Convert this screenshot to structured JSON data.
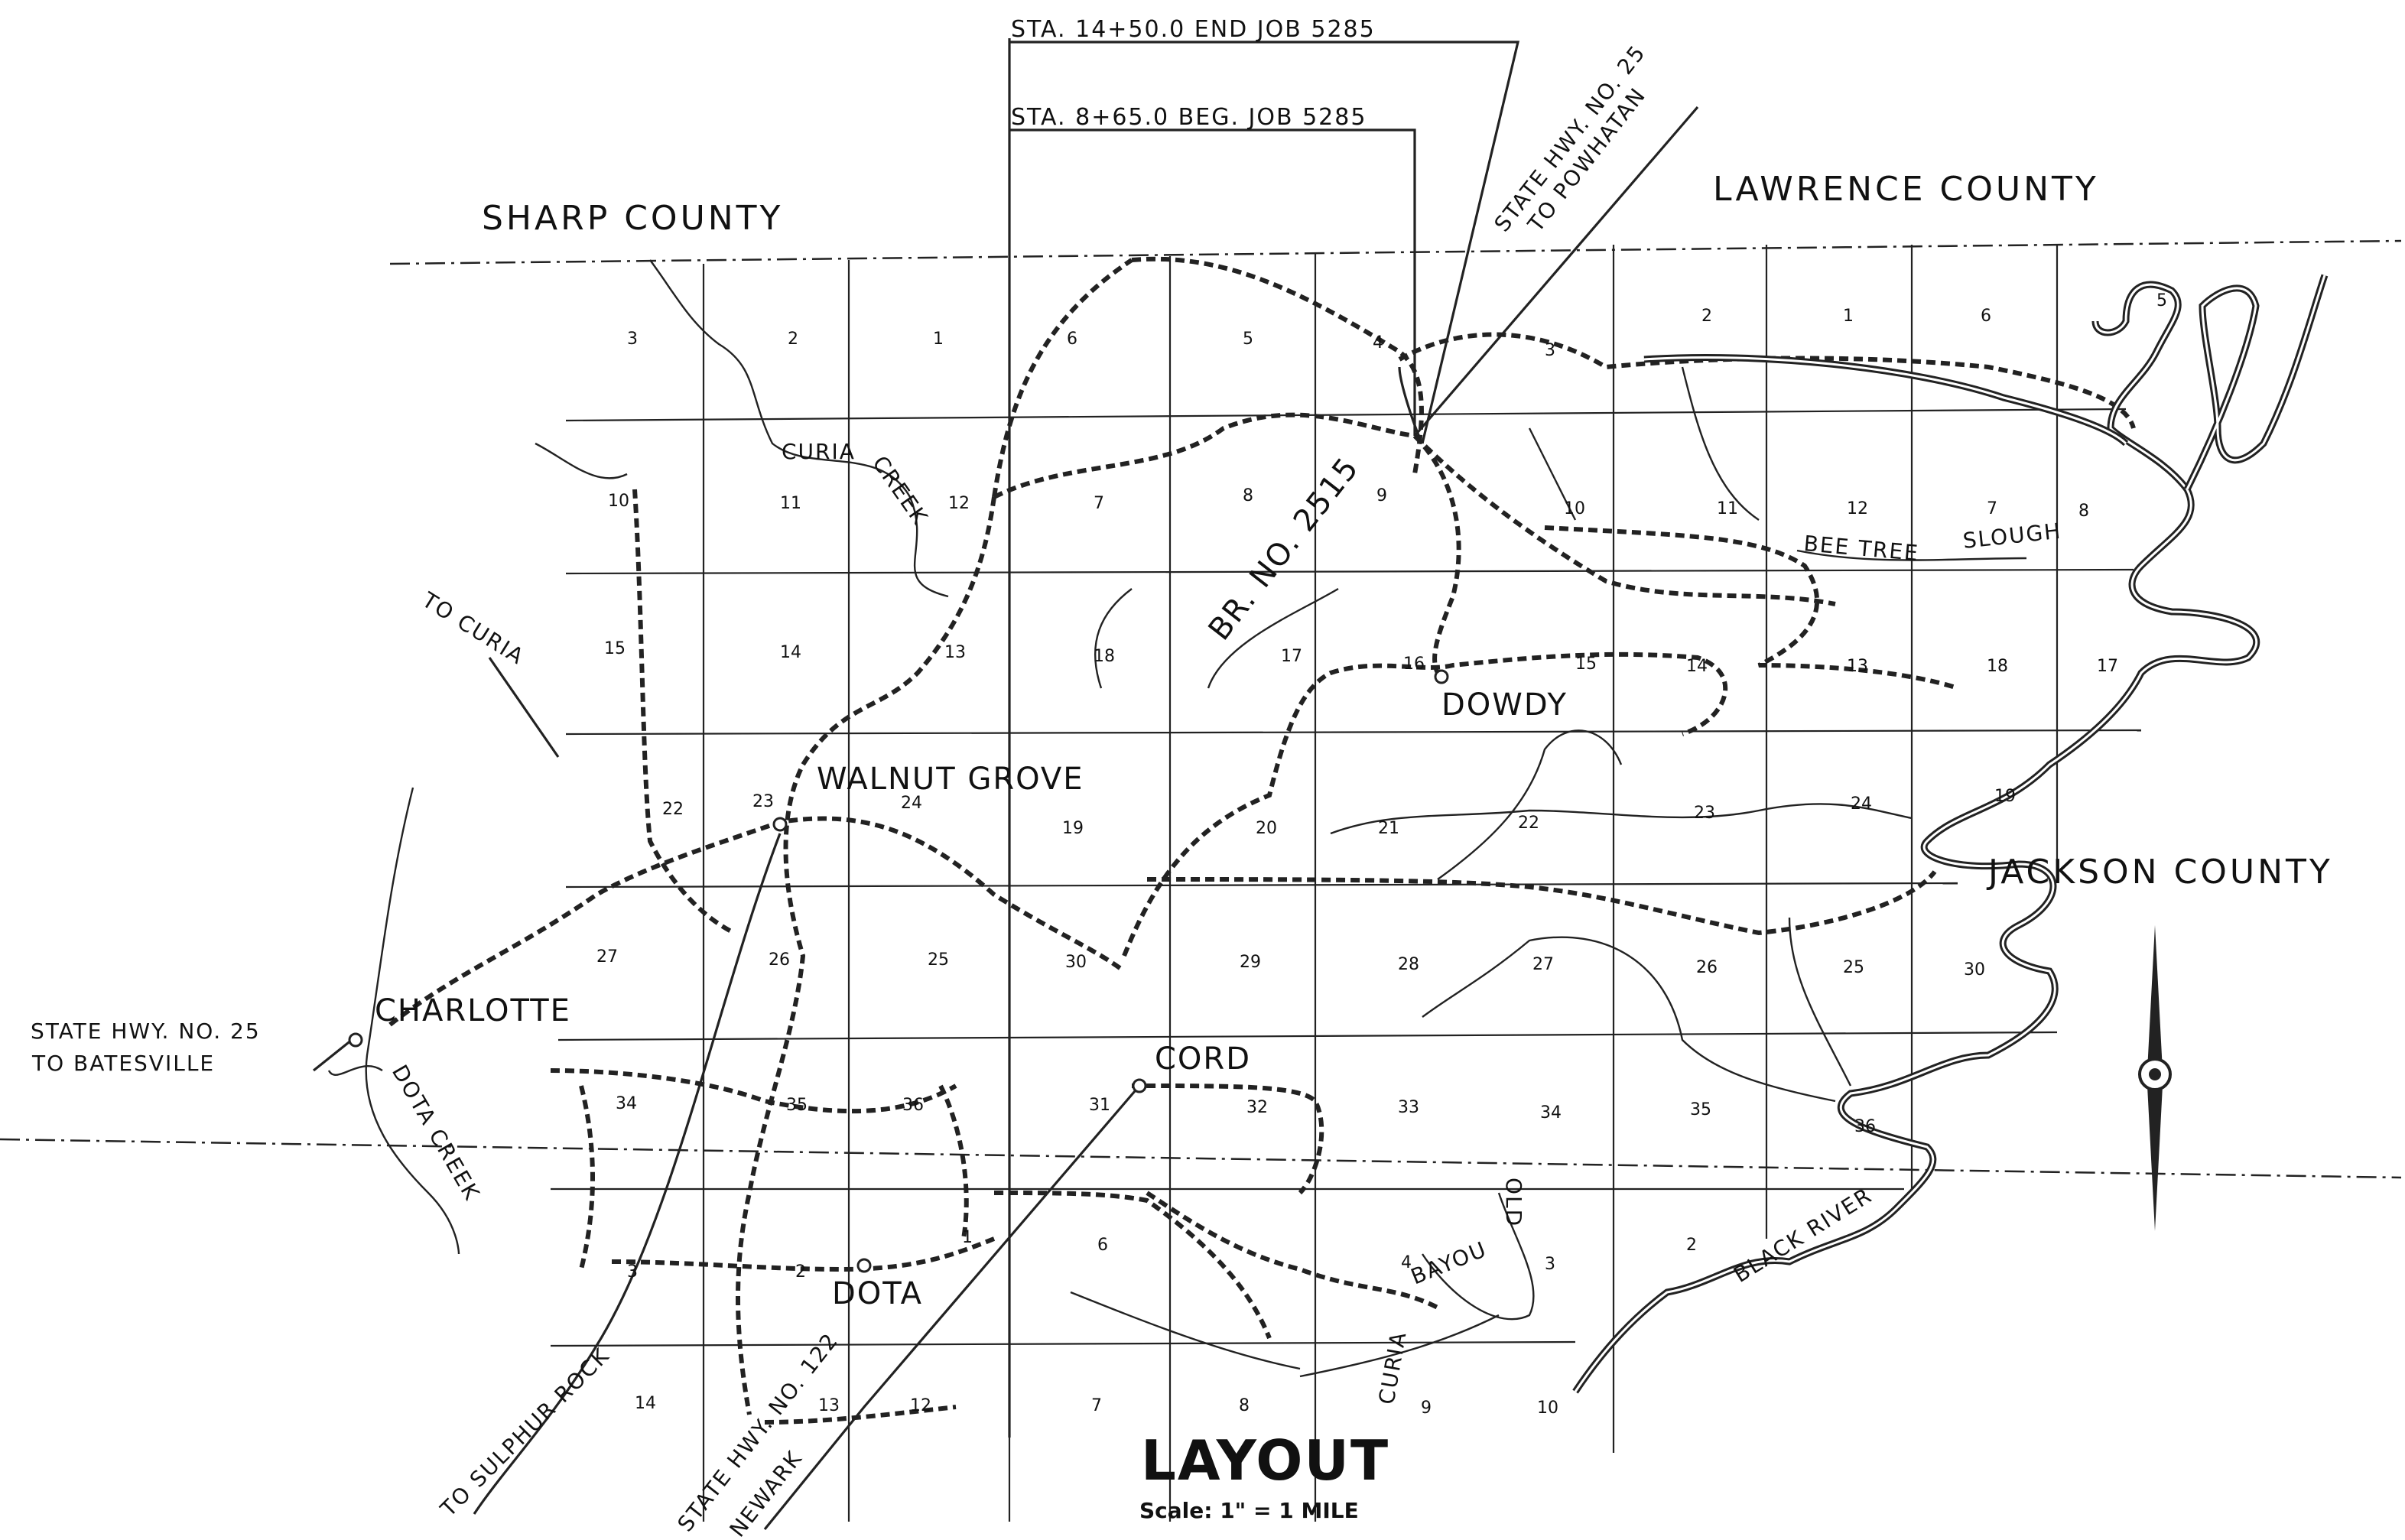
{
  "counties": {
    "sharp": "SHARP  COUNTY",
    "lawrence": "LAWRENCE  COUNTY",
    "jackson": "JACKSON  COUNTY"
  },
  "towns": {
    "walnut_grove": "WALNUT GROVE",
    "dowdy": "DOWDY",
    "charlotte": "CHARLOTTE",
    "cord": "CORD",
    "dota": "DOTA"
  },
  "features": {
    "bridge": "BR. NO. 2515",
    "curia_creek_1": "CURIA",
    "curia_creek_2": "CREEK",
    "bee_tree_1": "BEE  TREE",
    "bee_tree_2": "SLOUGH",
    "dota_creek": "DOTA  CREEK",
    "bayou": "BAYOU",
    "old": "OLD",
    "curia_lower": "CURIA",
    "black_river": "BLACK  RIVER"
  },
  "routes": {
    "hwy25_north_1": "STATE HWY. NO. 25",
    "hwy25_north_2": "TO POWHATAN",
    "to_curia": "TO CURIA",
    "hwy25_west_1": "STATE HWY. NO. 25",
    "hwy25_west_2": "TO   BATESVILLE",
    "to_sulphur_rock": "TO SULPHUR ROCK",
    "hwy122_1": "STATE HWY. NO. 122",
    "hwy122_2": "NEWARK"
  },
  "stations": {
    "end_job": "STA. 14+50.0   END  JOB  5285",
    "beg_job": "STA. 8+65.0   BEG.  JOB  5285"
  },
  "title": "LAYOUT",
  "scale": "Scale:     1\" = 1 MILE",
  "sections": [
    "3",
    "2",
    "1",
    "6",
    "5",
    "4",
    "3",
    "2",
    "1",
    "6",
    "5",
    "10",
    "11",
    "12",
    "7",
    "8",
    "9",
    "10",
    "11",
    "12",
    "7",
    "8",
    "15",
    "14",
    "13",
    "18",
    "17",
    "16",
    "15",
    "14",
    "13",
    "18",
    "17",
    "22",
    "23",
    "24",
    "19",
    "20",
    "21",
    "22",
    "23",
    "24",
    "19",
    "27",
    "26",
    "25",
    "30",
    "29",
    "28",
    "27",
    "26",
    "25",
    "30",
    "34",
    "35",
    "36",
    "31",
    "32",
    "33",
    "34",
    "35",
    "36",
    "3",
    "2",
    "1",
    "6",
    "4",
    "3",
    "2",
    "14",
    "13",
    "12",
    "7",
    "8",
    "9",
    "10"
  ]
}
